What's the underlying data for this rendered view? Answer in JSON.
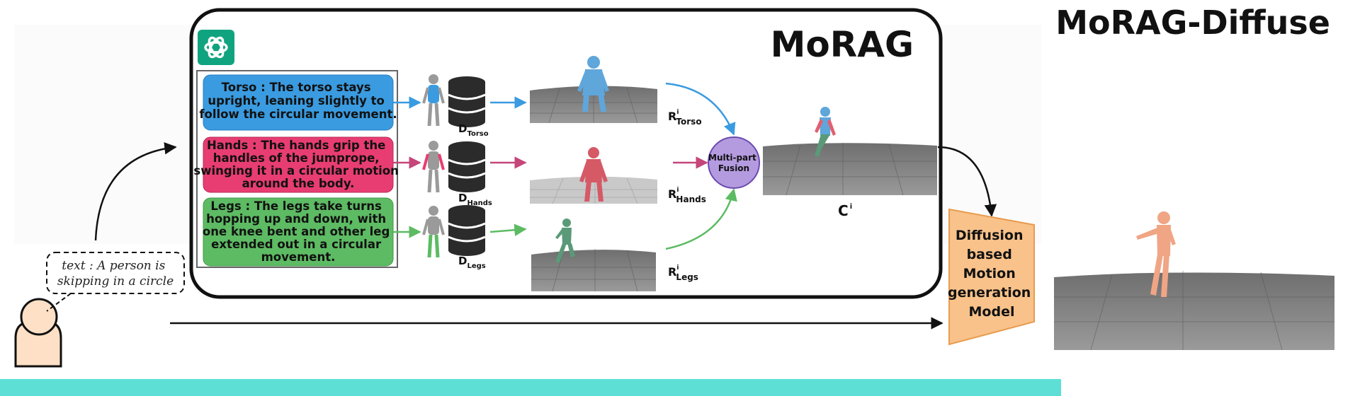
{
  "titles": {
    "morag": "MoRAG",
    "morag_diffuse": "MoRAG-Diffuse"
  },
  "prompt": {
    "line1": "text : A person is",
    "line2": "skipping in a circle"
  },
  "descriptions": {
    "torso": [
      "Torso :  The torso stays",
      "upright, leaning slightly to",
      "follow the circular movement."
    ],
    "hands": [
      "Hands :  The hands grip the",
      "handles of the jumprope,",
      "swinging it in a circular motion",
      "around the body."
    ],
    "legs": [
      "Legs :  The legs take turns",
      "hopping up and down, with",
      "one knee bent and other leg",
      "extended out in a circular",
      "movement."
    ]
  },
  "databases": {
    "torso": {
      "main": "D",
      "sub": "Torso"
    },
    "hands": {
      "main": "D",
      "sub": "Hands"
    },
    "legs": {
      "main": "D",
      "sub": "Legs"
    }
  },
  "retrieved": {
    "torso": {
      "main": "R",
      "sub": "Torso",
      "sup": "i"
    },
    "hands": {
      "main": "R",
      "sub": "Hands",
      "sup": "i"
    },
    "legs": {
      "main": "R",
      "sub": "Legs",
      "sup": "i"
    }
  },
  "fusion": [
    "Multi-part",
    "Fusion"
  ],
  "combined": {
    "main": "C",
    "sup": "i"
  },
  "diffusion_model": [
    "Diffusion",
    "based",
    "Motion",
    "generation",
    "Model"
  ],
  "colors": {
    "torso": "#3a9be0",
    "hands": "#e83d72",
    "legs": "#5dbb63",
    "fusion": "#b49be0",
    "diffusion": "#f8c28a",
    "person": "#fde0c5",
    "band": "#5ddfd6",
    "floor": "#8a8a8a",
    "gpt": "#10a37f"
  },
  "icons": [
    "chatgpt-logo-icon",
    "person-icon",
    "database-icon"
  ]
}
